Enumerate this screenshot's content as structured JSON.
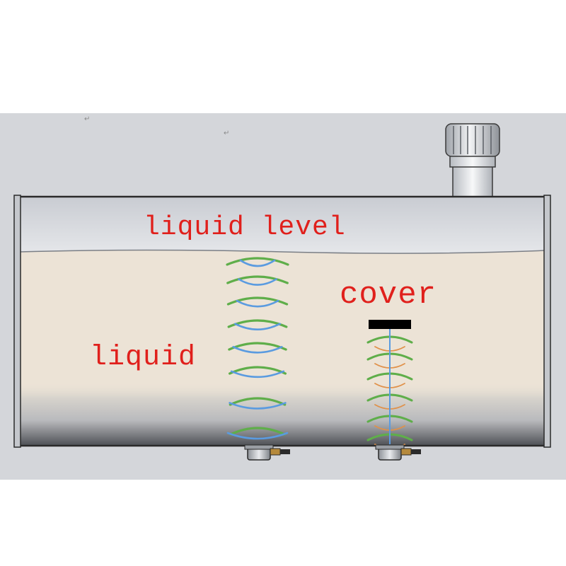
{
  "labels": {
    "liquid_level": "liquid level",
    "cover": "cover",
    "liquid": "liquid"
  },
  "marks": {
    "m1": "↵",
    "m2": "↵"
  },
  "colors": {
    "label_text": "#e0201c",
    "background_panel": "#d4d6da",
    "liquid_fill": "#ece3d6",
    "tank_outline": "#2a2a2a",
    "wave_green": "#5fae4a",
    "wave_blue": "#5a9be0",
    "wave_orange": "#e0914a",
    "cover_plate": "#000000"
  },
  "icons": {
    "filler_cap": "filler-cap-icon",
    "sensor_left": "ultrasonic-sensor-icon",
    "sensor_right": "ultrasonic-sensor-icon"
  }
}
